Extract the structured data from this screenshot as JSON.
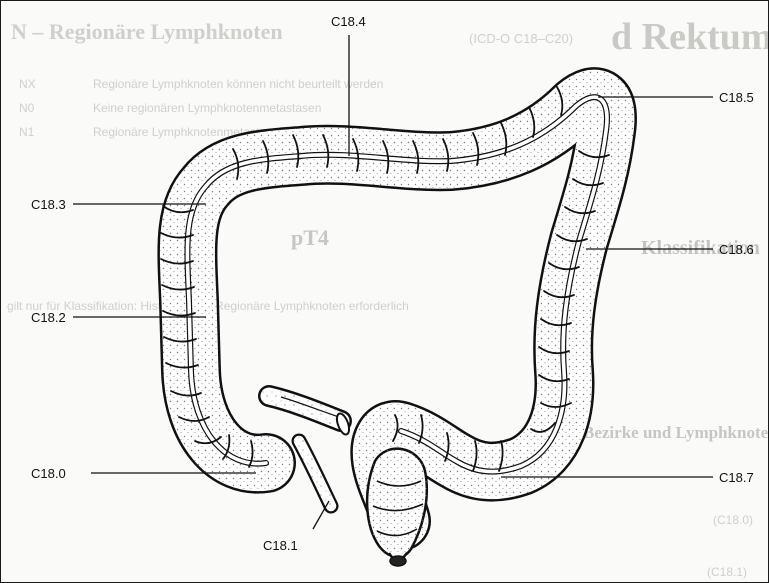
{
  "labels": {
    "c184": "C18.4",
    "c185": "C18.5",
    "c183": "C18.3",
    "c186": "C18.6",
    "c182": "C18.2",
    "c180": "C18.0",
    "c187": "C18.7",
    "c181": "C18.1"
  },
  "background_text": {
    "heading_n": "N – Regionäre Lymphknoten",
    "heading_rektum": "d Rektum",
    "heading_icd": "(ICD-O C18–C20)",
    "nx_code": "NX",
    "nx_text": "Regionäre Lymphknoten können nicht beurteilt werden",
    "n0_code": "N0",
    "n0_text": "Keine regionären Lymphknotenmetastasen",
    "n1_code": "N1",
    "n1_text": "Regionäre Lymphknotenmetastasen",
    "ptnm": "pT4",
    "klassif": "Klassifikation",
    "gilt": "gilt nur für Klassifikation: Histologische Regionäre Lymphknoten erforderlich",
    "bezirke": "Bezirke und Lymphknoten",
    "ref1": "(C18.0)",
    "ref2": "(C18.1)"
  },
  "colors": {
    "line": "#111111",
    "stipple": "#7d7d7d",
    "faint_text": "#cfcfcc"
  }
}
